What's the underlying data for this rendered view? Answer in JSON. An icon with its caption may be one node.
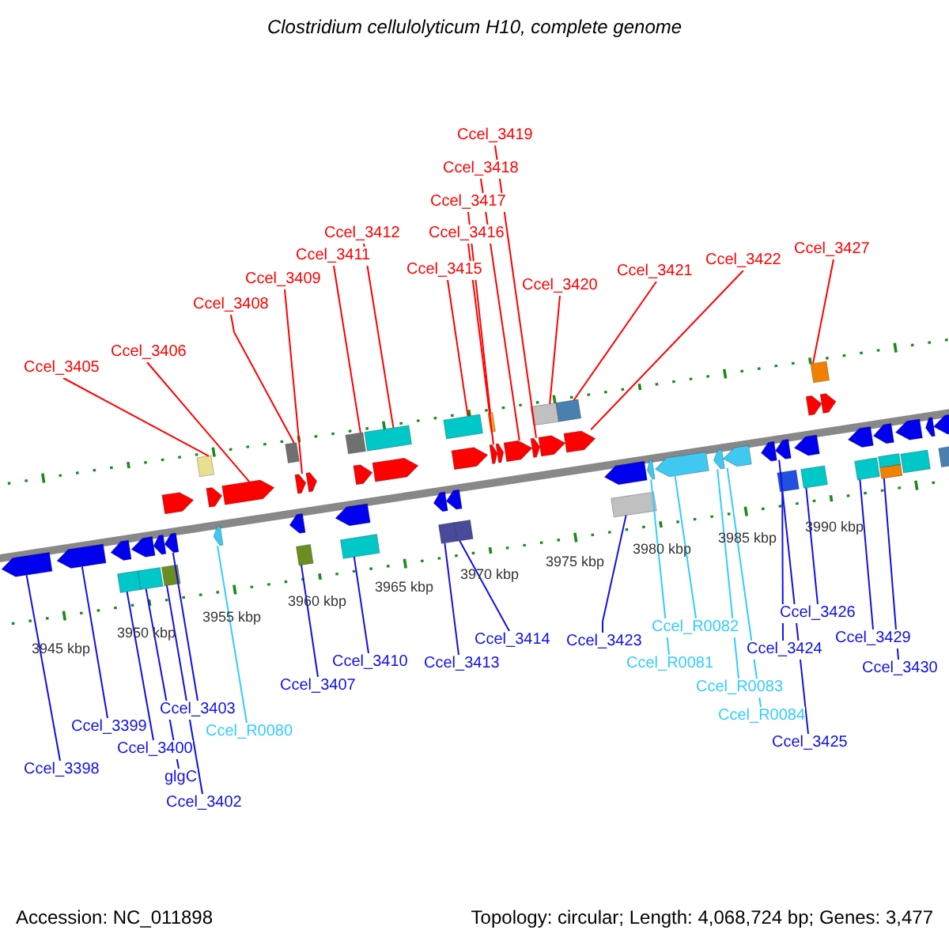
{
  "diagram": {
    "title": "Clostridium cellulolyticum H10, complete genome",
    "nodes": [
      {
        "text": [
          "Ccel_3405"
        ]
      },
      {
        "text": [
          "Ccel_3406"
        ]
      },
      {
        "text": [
          "Ccel_3408"
        ]
      },
      {
        "text": [
          "Ccel_3409"
        ]
      },
      {
        "text": [
          "Ccel_3411"
        ]
      },
      {
        "text": [
          "Ccel_3412"
        ]
      },
      {
        "text": [
          "Ccel_3415"
        ]
      },
      {
        "text": [
          "Ccel_3416"
        ]
      },
      {
        "text": [
          "Ccel_3417"
        ]
      },
      {
        "text": [
          "Ccel_3418"
        ]
      },
      {
        "text": [
          "Ccel_3419"
        ]
      },
      {
        "text": [
          "Ccel_3420"
        ]
      },
      {
        "text": [
          "Ccel_3421"
        ]
      },
      {
        "text": [
          "Ccel_3422"
        ]
      },
      {
        "text": [
          "Ccel_3427"
        ]
      },
      {
        "text": [
          "Ccel_3398"
        ]
      },
      {
        "text": [
          "Ccel_3399"
        ]
      },
      {
        "text": [
          "Ccel_3400"
        ]
      },
      {
        "text": [
          "glgC"
        ]
      },
      {
        "text": [
          "Ccel_3402"
        ]
      },
      {
        "text": [
          "Ccel_3403"
        ]
      },
      {
        "text": [
          "Ccel_R0080"
        ]
      },
      {
        "text": [
          "Ccel_3407"
        ]
      },
      {
        "text": [
          "Ccel_3410"
        ]
      },
      {
        "text": [
          "Ccel_3413"
        ]
      },
      {
        "text": [
          "Ccel_3414"
        ]
      },
      {
        "text": [
          "Ccel_3423"
        ]
      },
      {
        "text": [
          "Ccel_R0081"
        ]
      },
      {
        "text": [
          "Ccel_R0082"
        ]
      },
      {
        "text": [
          "Ccel_3424"
        ]
      },
      {
        "text": [
          "Ccel_R0083"
        ]
      },
      {
        "text": [
          "Ccel_R0084"
        ]
      },
      {
        "text": [
          "Ccel_3425"
        ]
      },
      {
        "text": [
          "Ccel_3426"
        ]
      },
      {
        "text": [
          "Ccel_3429"
        ]
      },
      {
        "text": [
          "Ccel_3430"
        ]
      },
      {
        "text": [],
        "shape": "arrow"
      },
      {
        "text": [],
        "shape": "arrow"
      },
      {
        "text": [],
        "shape": "arrow"
      },
      {
        "text": [],
        "shape": "box"
      },
      {
        "text": [],
        "shape": "arrow"
      },
      {
        "text": [],
        "shape": "box"
      },
      {
        "text": [],
        "shape": "arrow"
      },
      {
        "text": [],
        "shape": "box"
      },
      {
        "text": [],
        "shape": "arrow"
      },
      {
        "text": [],
        "shape": "arrow"
      },
      {
        "text": [],
        "shape": "box"
      },
      {
        "text": [],
        "shape": "arrow"
      },
      {
        "text": [],
        "shape": "arrow"
      },
      {
        "text": [],
        "shape": "arrow"
      },
      {
        "text": [],
        "shape": "arrow"
      },
      {
        "text": [],
        "shape": "box"
      },
      {
        "text": [],
        "shape": "box"
      },
      {
        "text": [],
        "shape": "arrow"
      },
      {
        "text": [],
        "shape": "arrow"
      },
      {
        "text": [],
        "shape": "arrow"
      },
      {
        "text": [],
        "shape": "box"
      },
      {
        "text": [],
        "shape": "box"
      },
      {
        "text": [],
        "shape": "arrow"
      },
      {
        "text": [],
        "shape": "box"
      },
      {
        "text": [],
        "shape": "arrow"
      },
      {
        "text": [],
        "shape": "arrow"
      },
      {
        "text": [],
        "shape": "box"
      },
      {
        "text": [],
        "shape": "arrow"
      },
      {
        "text": [],
        "shape": "box"
      },
      {
        "text": [],
        "shape": "box"
      },
      {
        "text": [],
        "shape": "arrow"
      },
      {
        "text": [],
        "shape": "arrow"
      },
      {
        "text": [],
        "shape": "box"
      },
      {
        "text": [],
        "shape": "arrow"
      },
      {
        "text": [],
        "shape": "arrow"
      },
      {
        "text": [],
        "shape": "arrow"
      },
      {
        "text": [],
        "shape": "box"
      },
      {
        "text": [],
        "shape": "arrow"
      },
      {
        "text": [],
        "shape": "box"
      },
      {
        "text": [],
        "shape": "arrow"
      },
      {
        "text": [],
        "shape": "arrow"
      },
      {
        "text": [],
        "shape": "box"
      },
      {
        "text": [],
        "shape": "arrow"
      },
      {
        "text": [],
        "shape": "arrow"
      },
      {
        "text": [],
        "shape": "arrow"
      },
      {
        "text": [],
        "shape": "arrow"
      },
      {
        "text": [],
        "shape": "arrow"
      },
      {
        "text": [],
        "shape": "box"
      },
      {
        "text": [],
        "shape": "arrow"
      },
      {
        "text": [],
        "shape": "arrow"
      },
      {
        "text": [],
        "shape": "box"
      },
      {
        "text": [],
        "shape": "arrow"
      },
      {
        "text": [],
        "shape": "box"
      },
      {
        "text": [],
        "shape": "arrow"
      },
      {
        "text": [],
        "shape": "arrow"
      },
      {
        "text": [],
        "shape": "box"
      },
      {
        "text": [],
        "shape": "arrow"
      },
      {
        "text": [],
        "shape": "box"
      },
      {
        "text": [],
        "shape": "box"
      },
      {
        "text": [],
        "shape": "arrow"
      },
      {
        "text": [],
        "shape": "box"
      },
      {
        "text": [],
        "shape": "arrow"
      },
      {
        "text": [],
        "shape": "arrow"
      },
      {
        "text": [],
        "shape": "box"
      }
    ],
    "edges": [
      {
        "from": 0,
        "to": 46,
        "arrow": "none",
        "color": "#ff0000"
      },
      {
        "from": 1,
        "to": 49,
        "arrow": "none",
        "color": "#ff0000"
      },
      {
        "from": 2,
        "to": 52,
        "arrow": "none",
        "color": "#ff0000"
      },
      {
        "from": 3,
        "to": 53,
        "arrow": "none",
        "color": "#ff0000"
      },
      {
        "from": 4,
        "to": 57,
        "arrow": "none",
        "color": "#ff0000"
      },
      {
        "from": 5,
        "to": 59,
        "arrow": "none",
        "color": "#ff0000"
      },
      {
        "from": 6,
        "to": 65,
        "arrow": "none",
        "color": "#ff0000"
      },
      {
        "from": 7,
        "to": 67,
        "arrow": "none",
        "color": "#ff0000"
      },
      {
        "from": 8,
        "to": 68,
        "arrow": "none",
        "color": "#ff0000"
      },
      {
        "from": 9,
        "to": 70,
        "arrow": "none",
        "color": "#ff0000"
      },
      {
        "from": 10,
        "to": 71,
        "arrow": "none",
        "color": "#ff0000"
      },
      {
        "from": 11,
        "to": 72,
        "arrow": "none",
        "color": "#ff0000"
      },
      {
        "from": 12,
        "to": 74,
        "arrow": "none",
        "color": "#ff0000"
      },
      {
        "from": 13,
        "to": 75,
        "arrow": "none",
        "color": "#ff0000"
      },
      {
        "from": 14,
        "to": 88,
        "arrow": "none",
        "color": "#ff0000"
      },
      {
        "from": 15,
        "to": 36,
        "arrow": "none"
      },
      {
        "from": 16,
        "to": 37,
        "arrow": "none"
      },
      {
        "from": 17,
        "to": 39,
        "arrow": "none"
      },
      {
        "from": 18,
        "to": 41,
        "arrow": "none"
      },
      {
        "from": 19,
        "to": 43,
        "arrow": "none"
      },
      {
        "from": 20,
        "to": 44,
        "arrow": "none"
      },
      {
        "from": 21,
        "to": 48,
        "arrow": "none",
        "color": "#33ccff"
      },
      {
        "from": 22,
        "to": 51,
        "arrow": "none"
      },
      {
        "from": 23,
        "to": 56,
        "arrow": "none"
      },
      {
        "from": 24,
        "to": 62,
        "arrow": "none"
      },
      {
        "from": 25,
        "to": 64,
        "arrow": "none"
      },
      {
        "from": 26,
        "to": 77,
        "arrow": "none"
      },
      {
        "from": 27,
        "to": 78,
        "arrow": "none",
        "color": "#33ccff"
      },
      {
        "from": 28,
        "to": 79,
        "arrow": "none",
        "color": "#33ccff"
      },
      {
        "from": 29,
        "to": 83,
        "arrow": "none"
      },
      {
        "from": 30,
        "to": 80,
        "arrow": "none",
        "color": "#33ccff"
      },
      {
        "from": 31,
        "to": 81,
        "arrow": "none",
        "color": "#33ccff"
      },
      {
        "from": 32,
        "to": 84,
        "arrow": "none"
      },
      {
        "from": 33,
        "to": 86,
        "arrow": "none"
      },
      {
        "from": 34,
        "to": 91,
        "arrow": "none"
      },
      {
        "from": 35,
        "to": 94,
        "arrow": "none"
      }
    ],
    "labels": [
      "3945 kbp",
      "3950 kbp",
      "3955 kbp",
      "3960 kbp",
      "3965 kbp",
      "3970 kbp",
      "3975 kbp",
      "3980 kbp",
      "3985 kbp",
      "3990 kbp",
      "Accession: NC_011898",
      "Topology: circular; Length: 4,068,724 bp; Genes: 3,477"
    ]
  }
}
